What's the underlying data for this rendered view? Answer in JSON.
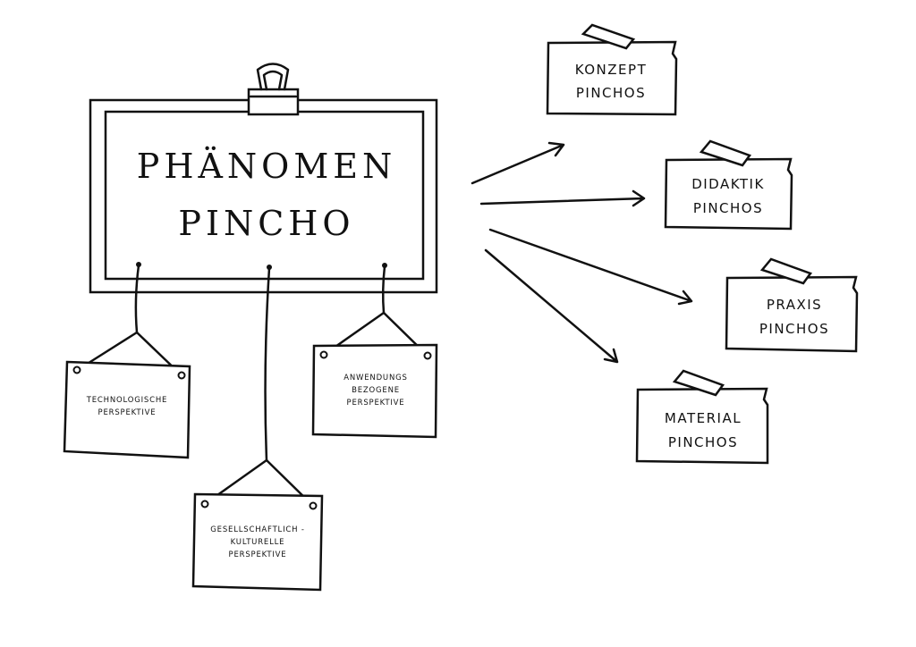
{
  "main": {
    "line1": "PHÄNOMEN",
    "line2": "PINCHO"
  },
  "perspectives": [
    {
      "lines": [
        "TECHNOLOGISCHE",
        "PERSPEKTIVE"
      ]
    },
    {
      "lines": [
        "GESELLSCHAFTLICH -",
        "KULTURELLE",
        "PERSPEKTIVE"
      ]
    },
    {
      "lines": [
        "ANWENDUNGS",
        "BEZOGENE",
        "PERSPEKTIVE"
      ]
    }
  ],
  "categories": [
    {
      "lines": [
        "KONZEPT",
        "PINCHOS"
      ]
    },
    {
      "lines": [
        "DIDAKTIK",
        "PINCHOS"
      ]
    },
    {
      "lines": [
        "PRAXIS",
        "PINCHOS"
      ]
    },
    {
      "lines": [
        "MATERIAL",
        "PINCHOS"
      ]
    }
  ]
}
